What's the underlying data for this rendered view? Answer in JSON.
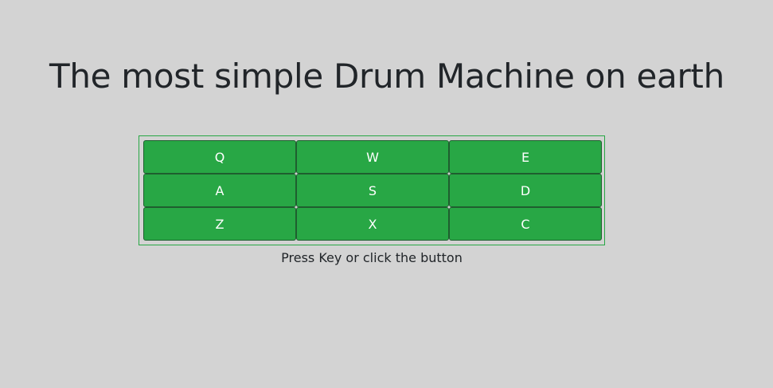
{
  "title": "The most simple Drum Machine on earth",
  "pads": [
    {
      "key": "Q"
    },
    {
      "key": "W"
    },
    {
      "key": "E"
    },
    {
      "key": "A"
    },
    {
      "key": "S"
    },
    {
      "key": "D"
    },
    {
      "key": "Z"
    },
    {
      "key": "X"
    },
    {
      "key": "C"
    }
  ],
  "display_text": "Press Key or click the button",
  "colors": {
    "background": "#d3d3d3",
    "pad": "#28a745",
    "pad_text": "#ffffff",
    "title_text": "#212529"
  }
}
